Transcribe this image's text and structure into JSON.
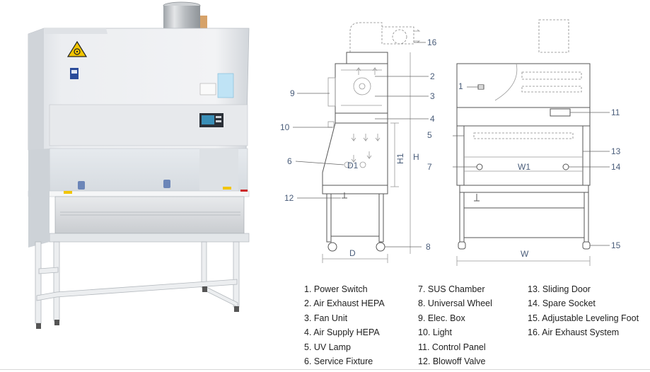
{
  "side_view": {
    "callouts": {
      "c16": "16",
      "c2": "2",
      "c3": "3",
      "c9": "9",
      "c4": "4",
      "c10": "10",
      "c6": "6",
      "c12": "12",
      "c8": "8"
    },
    "dims": {
      "d": "D",
      "d1": "D1",
      "h1": "H1",
      "h": "H"
    }
  },
  "front_view": {
    "callouts": {
      "c1": "1",
      "c11": "11",
      "c5": "5",
      "c13": "13",
      "c7": "7",
      "c14": "14",
      "c15": "15"
    },
    "dims": {
      "w": "W",
      "w1": "W1"
    }
  },
  "legend": {
    "col1": [
      "1. Power Switch",
      "2. Air Exhaust HEPA",
      "3. Fan Unit",
      "4. Air Supply HEPA",
      "5. UV Lamp",
      "6. Service Fixture"
    ],
    "col2": [
      "7. SUS Chamber",
      "8. Universal Wheel",
      "9. Elec. Box",
      "10. Light",
      "11. Control Panel",
      "12. Blowoff Valve"
    ],
    "col3": [
      "13. Sliding Door",
      "14. Spare Socket",
      "15. Adjustable Leveling Foot",
      "16. Air Exhaust System"
    ]
  },
  "colors": {
    "cabinet_body": "#e9ecef",
    "cabinet_shadow": "#c9ced4",
    "stainless": "#c4c7ca",
    "warning_yellow": "#f2c500",
    "line_art": "#555555",
    "callout_text": "#4a5d7a"
  }
}
